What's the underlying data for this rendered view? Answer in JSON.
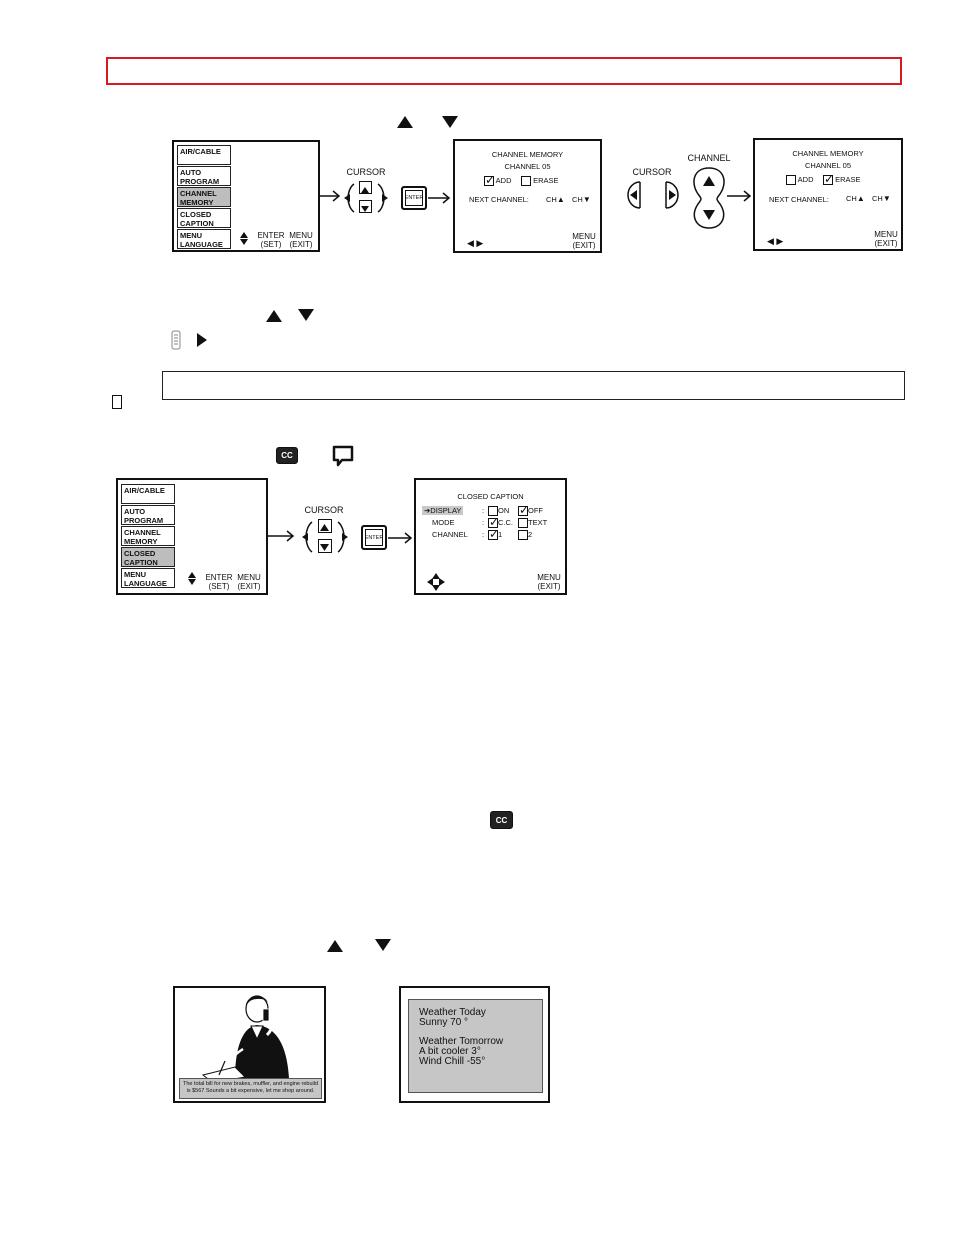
{
  "menu": {
    "items": [
      "AIR/CABLE",
      "AUTO PROGRAM",
      "CHANNEL MEMORY",
      "CLOSED CAPTION",
      "MENU LANGUAGE"
    ],
    "enter_label": "ENTER",
    "enter_sub": "(SET)",
    "menu_label": "MENU",
    "menu_sub": "(EXIT)"
  },
  "labels": {
    "cursor": "CURSOR",
    "enter_button": "ENTER",
    "channel": "CHANNEL"
  },
  "channel_memory": {
    "title": "CHANNEL MEMORY",
    "channel": "CHANNEL 05",
    "add": "ADD",
    "erase": "ERASE",
    "next_channel": "NEXT CHANNEL:",
    "ch_up": "CH",
    "ch_down": "CH",
    "menu_label": "MENU",
    "menu_sub": "(EXIT)"
  },
  "closed_caption": {
    "title": "CLOSED CAPTION",
    "display": "DISPLAY",
    "mode": "MODE",
    "channel": "CHANNEL",
    "on": "ON",
    "off": "OFF",
    "cc": "C.C.",
    "text": "TEXT",
    "one": "1",
    "two": "2",
    "menu_label": "MENU",
    "menu_sub": "(EXIT)"
  },
  "cc_icon": "CC",
  "caption_example": "The total bill for new brakes, muffler, and engine rebuild is $567 Sounds a bit expensive, let me shop around.",
  "text_example": {
    "line1": "Weather Today",
    "line2": "Sunny 70 °",
    "line3": "Weather Tomorrow",
    "line4": "A bit cooler  3°",
    "line5": "Wind Chill  -55°"
  },
  "icons": [
    "up-arrow-icon",
    "down-arrow-icon",
    "right-arrow-icon",
    "remote-control-icon",
    "cc-icon",
    "speech-bubble-icon"
  ]
}
